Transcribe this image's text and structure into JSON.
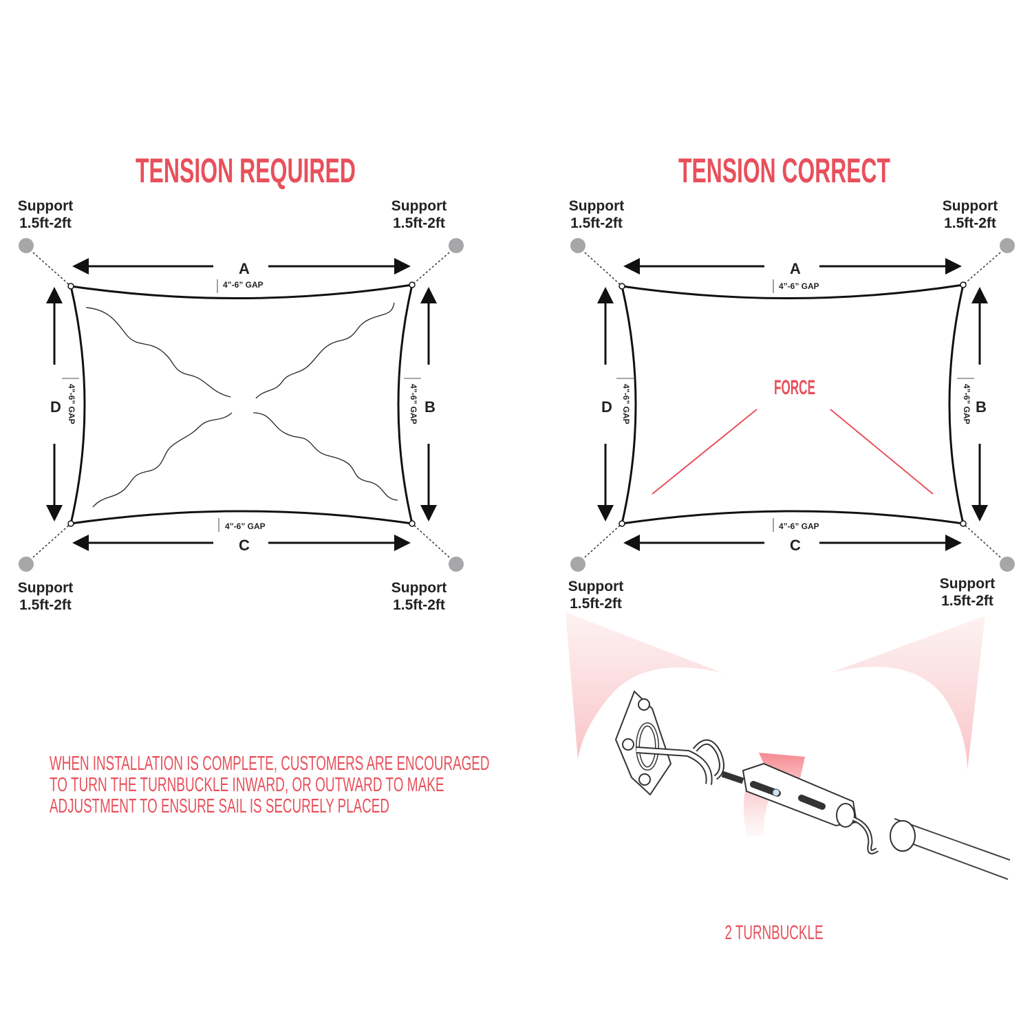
{
  "left": {
    "title": "TENSION REQUIRED",
    "supports": [
      {
        "line1": "Support",
        "line2": "1.5ft-2ft"
      },
      {
        "line1": "Support",
        "line2": "1.5ft-2ft"
      },
      {
        "line1": "Support",
        "line2": "1.5ft-2ft"
      },
      {
        "line1": "Support",
        "line2": "1.5ft-2ft"
      }
    ],
    "sides": {
      "a": "A",
      "b": "B",
      "c": "C",
      "d": "D"
    },
    "gap": "4”-6” GAP"
  },
  "right": {
    "title": "TENSION CORRECT",
    "force": "FORCE",
    "supports": [
      {
        "line1": "Support",
        "line2": "1.5ft-2ft"
      },
      {
        "line1": "Support",
        "line2": "1.5ft-2ft"
      },
      {
        "line1": "Support",
        "line2": "1.5ft-2ft"
      },
      {
        "line1": "Support",
        "line2": "1.5ft-2ft"
      }
    ],
    "sides": {
      "a": "A",
      "b": "B",
      "c": "C",
      "d": "D"
    },
    "gap": "4”-6” GAP"
  },
  "note": [
    "WHEN INSTALLATION IS COMPLETE, CUSTOMERS ARE ENCOURAGED",
    "TO TURN THE TURNBUCKLE INWARD, OR OUTWARD TO MAKE",
    "ADJUSTMENT TO ENSURE SAIL IS SECURELY PLACED"
  ],
  "turnbuckle_caption": "2 TURNBUCKLE",
  "colors": {
    "accent": "#e8505b",
    "support": "#a7a7aa",
    "line": "#111111"
  }
}
